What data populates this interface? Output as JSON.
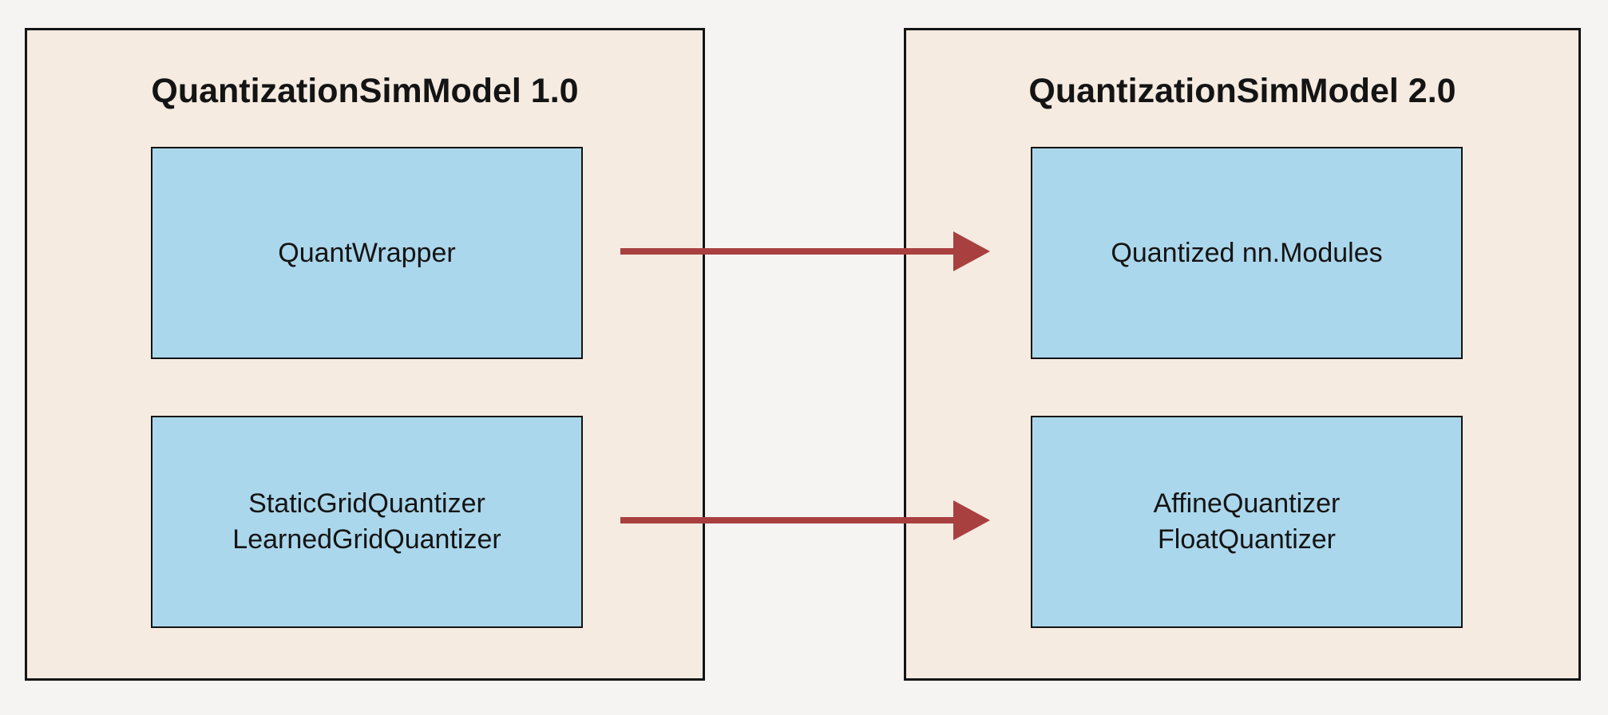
{
  "panels": [
    {
      "title": "QuantizationSimModel 1.0",
      "nodes": [
        {
          "lines": [
            "QuantWrapper"
          ]
        },
        {
          "lines": [
            "StaticGridQuantizer",
            "LearnedGridQuantizer"
          ]
        }
      ]
    },
    {
      "title": "QuantizationSimModel 2.0",
      "nodes": [
        {
          "lines": [
            "Quantized nn.Modules"
          ]
        },
        {
          "lines": [
            "AffineQuantizer",
            "FloatQuantizer"
          ]
        }
      ]
    }
  ],
  "arrows": [
    {
      "from": "QuantWrapper",
      "to": "Quantized nn.Modules"
    },
    {
      "from": "StaticGridQuantizer / LearnedGridQuantizer",
      "to": "AffineQuantizer / FloatQuantizer"
    }
  ],
  "colors": {
    "background": "#f5f4f3",
    "panel_fill": "#f5ebe1",
    "node_fill": "#abd7ec",
    "border": "#141414",
    "text": "#141414",
    "arrow": "#a8403f"
  }
}
